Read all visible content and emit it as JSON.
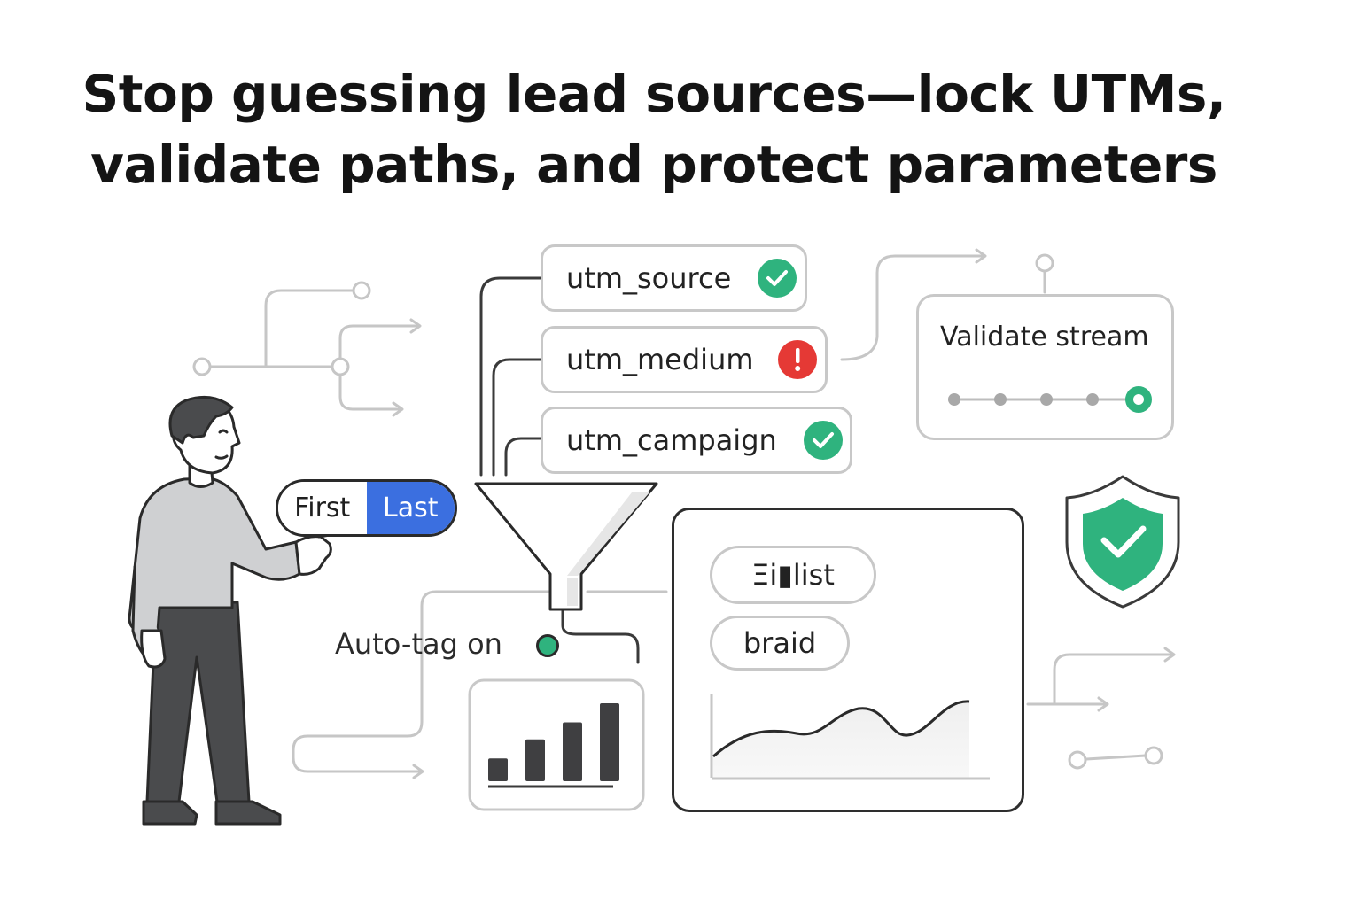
{
  "headline": {
    "line1": "Stop guessing lead sources—lock UTMs,",
    "line2": "validate paths, and protect parameters"
  },
  "utm_params": [
    {
      "label": "utm_source",
      "status": "ok",
      "status_icon": "check-icon"
    },
    {
      "label": "utm_medium",
      "status": "error",
      "status_icon": "exclamation-icon"
    },
    {
      "label": "utm_campaign",
      "status": "ok",
      "status_icon": "check-icon"
    }
  ],
  "validate_stream": {
    "title": "Validate stream",
    "steps_total": 5,
    "active_step": 5
  },
  "attribution_toggle": {
    "options": [
      "First",
      "Last"
    ],
    "selected": "Last"
  },
  "auto_tag": {
    "label": "Auto-tag on",
    "enabled": true
  },
  "panel": {
    "rows": [
      {
        "label": "Ξi▮list"
      },
      {
        "label": "braid"
      }
    ]
  },
  "bar_chart": {
    "values": [
      1.2,
      2.2,
      3.1,
      4.1
    ]
  },
  "colors": {
    "ok": "#2fb37e",
    "error": "#e53935",
    "accent_blue": "#3b6fe0",
    "line_gray": "#c8c8c8",
    "figure_shirt": "#cfd0d2",
    "figure_dark": "#4a4b4d"
  },
  "icons": {
    "shield": "shield-check-icon",
    "funnel": "funnel-icon",
    "person": "person-illustration"
  }
}
